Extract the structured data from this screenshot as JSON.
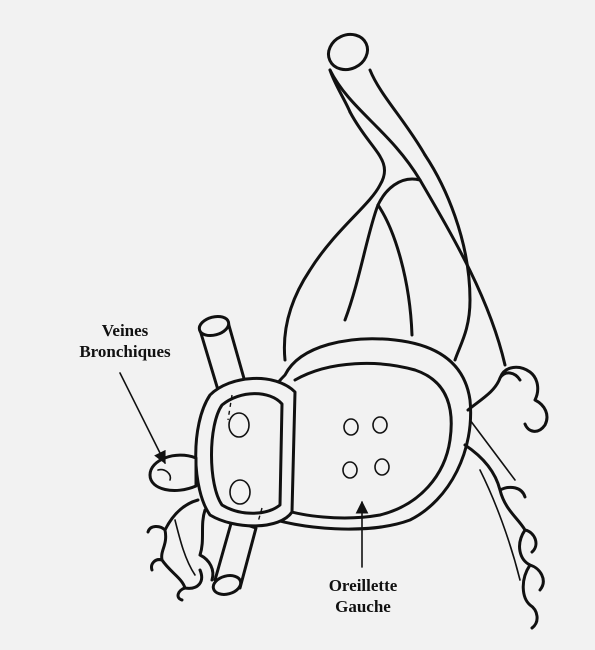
{
  "labels": {
    "bronchial_veins": [
      "Veines",
      "Bronchiques"
    ],
    "left_atrium": [
      "Oreillette",
      "Gauche"
    ]
  }
}
